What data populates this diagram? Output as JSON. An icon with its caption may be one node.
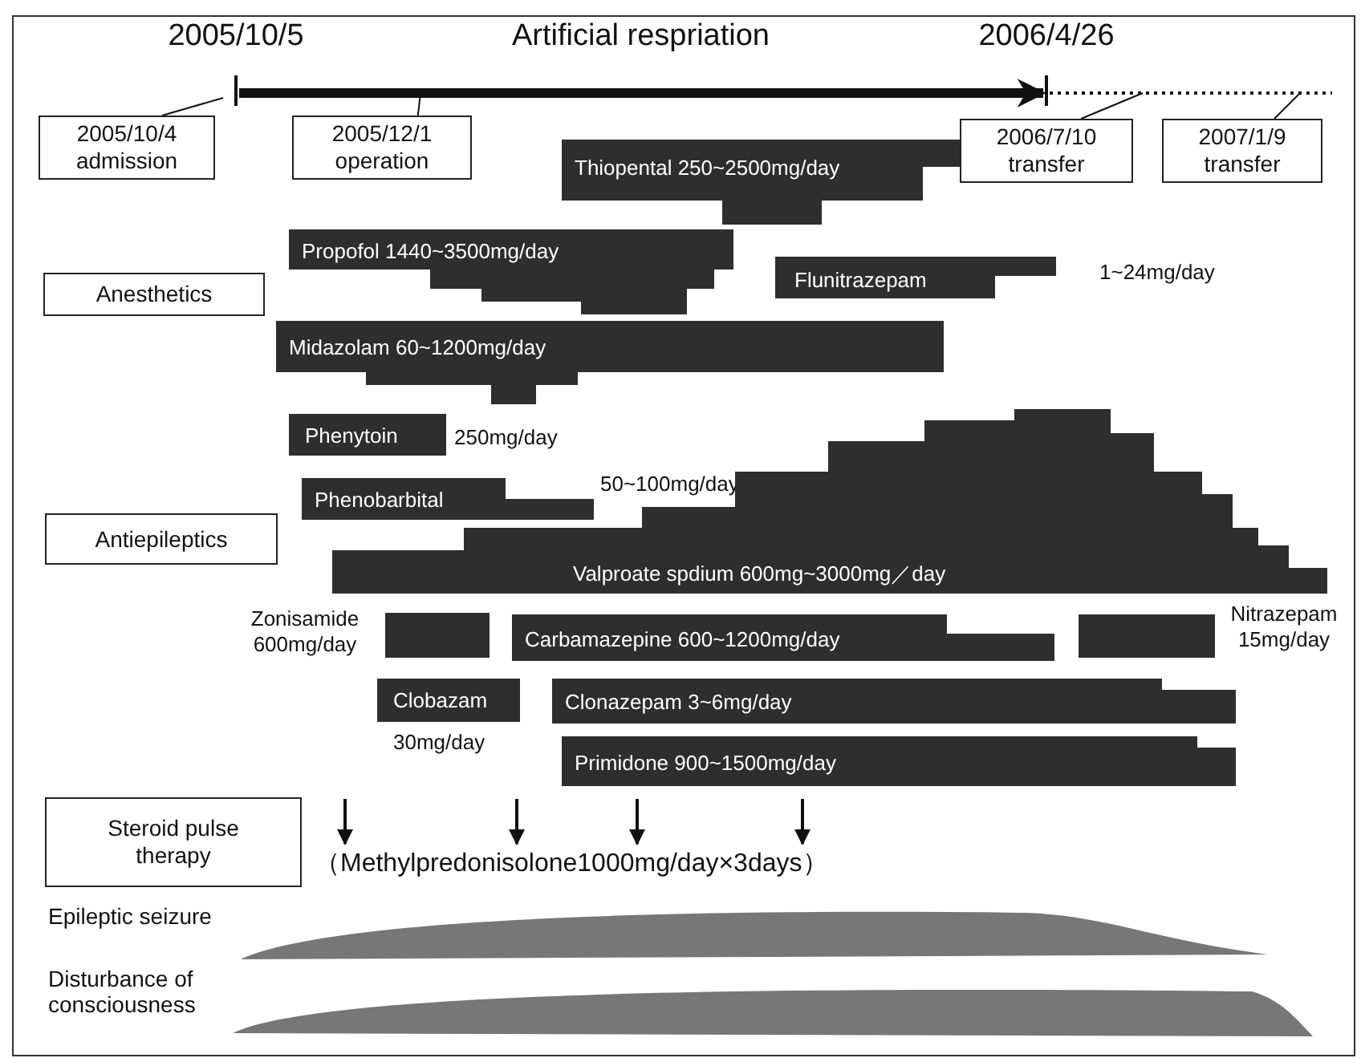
{
  "diagram": {
    "nodes": [
      {
        "text": [
          "2005/10/5"
        ]
      },
      {
        "text": [
          "2006/4/26"
        ]
      },
      {
        "text": [
          "2005/10/4 admission"
        ]
      },
      {
        "text": [
          "2005/12/1 operation"
        ]
      },
      {
        "text": [
          "Thiopental 250~2500mg/day"
        ]
      },
      {
        "text": [
          "2006/7/10 transfer"
        ]
      },
      {
        "text": [
          "2007/1/9 transfer"
        ]
      },
      {
        "text": [
          "Propofol 1440~3500mg/day"
        ]
      },
      {
        "text": [
          "Anesthetics"
        ]
      },
      {
        "text": [
          "Flunitrazepam"
        ],
        "beside": [
          "1~24mg/day"
        ]
      },
      {
        "text": [
          "Midazolam 60~1200mg/day"
        ]
      },
      {
        "text": [
          "Phenytoin"
        ],
        "beside": [
          "250mg/day"
        ]
      },
      {
        "text": [
          "Phenobarbital"
        ],
        "beside": [
          "50~100mg/day"
        ]
      },
      {
        "text": [
          "Antiepileptics"
        ]
      },
      {
        "text": [
          "Valproate spdium 600mg~3000mg／day"
        ]
      },
      {
        "text": [],
        "shape": "bar",
        "beside": [
          "Zonisamide 600mg/day"
        ]
      },
      {
        "text": [
          "Carbamazepine 600~1200mg/day"
        ]
      },
      {
        "text": [],
        "shape": "bar",
        "beside": [
          "Nitrazepam 15mg/day"
        ]
      },
      {
        "text": [
          "Clobazam"
        ],
        "beside": [
          "30mg/day"
        ]
      },
      {
        "text": [
          "Clonazepam 3~6mg/day"
        ]
      },
      {
        "text": [
          "Primidone 900~1500mg/day"
        ]
      },
      {
        "text": [
          "Steroid pulse therapy"
        ]
      },
      {
        "text": [],
        "shape": "band",
        "beside": [
          "Epileptic seizure"
        ]
      },
      {
        "text": [],
        "shape": "band",
        "beside": [
          "Disturbance of consciousness"
        ]
      }
    ],
    "edges": [
      {
        "from": 0,
        "to": 1,
        "arrow": "to",
        "label": "Artificial respriation",
        "style": "thick"
      },
      {
        "from": 2,
        "to": null,
        "arrow": "none"
      },
      {
        "from": 3,
        "to": null,
        "arrow": "none"
      },
      {
        "from": 5,
        "to": null,
        "arrow": "none"
      },
      {
        "from": 6,
        "to": null,
        "arrow": "none"
      }
    ],
    "labels": [
      "（Methylpredonisolone1000mg/day×3days）"
    ]
  }
}
